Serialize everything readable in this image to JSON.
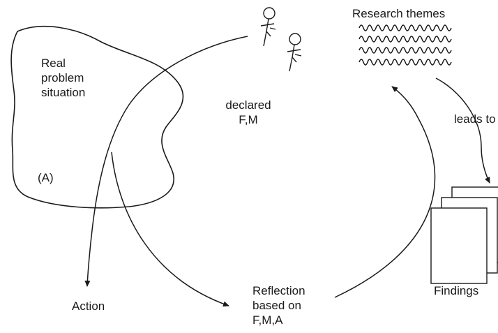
{
  "labels": {
    "real_problem": [
      "Real",
      "problem",
      "situation"
    ],
    "declared": [
      "declared",
      "F,M"
    ],
    "research_themes": "Research themes",
    "leads_to": "leads to",
    "marker_a": "(A)",
    "action": "Action",
    "reflection": [
      "Reflection",
      "based on",
      "F,M,A"
    ],
    "findings": "Findings"
  },
  "colors": {
    "ink": "#1a1a1a",
    "paper": "#ffffff"
  }
}
